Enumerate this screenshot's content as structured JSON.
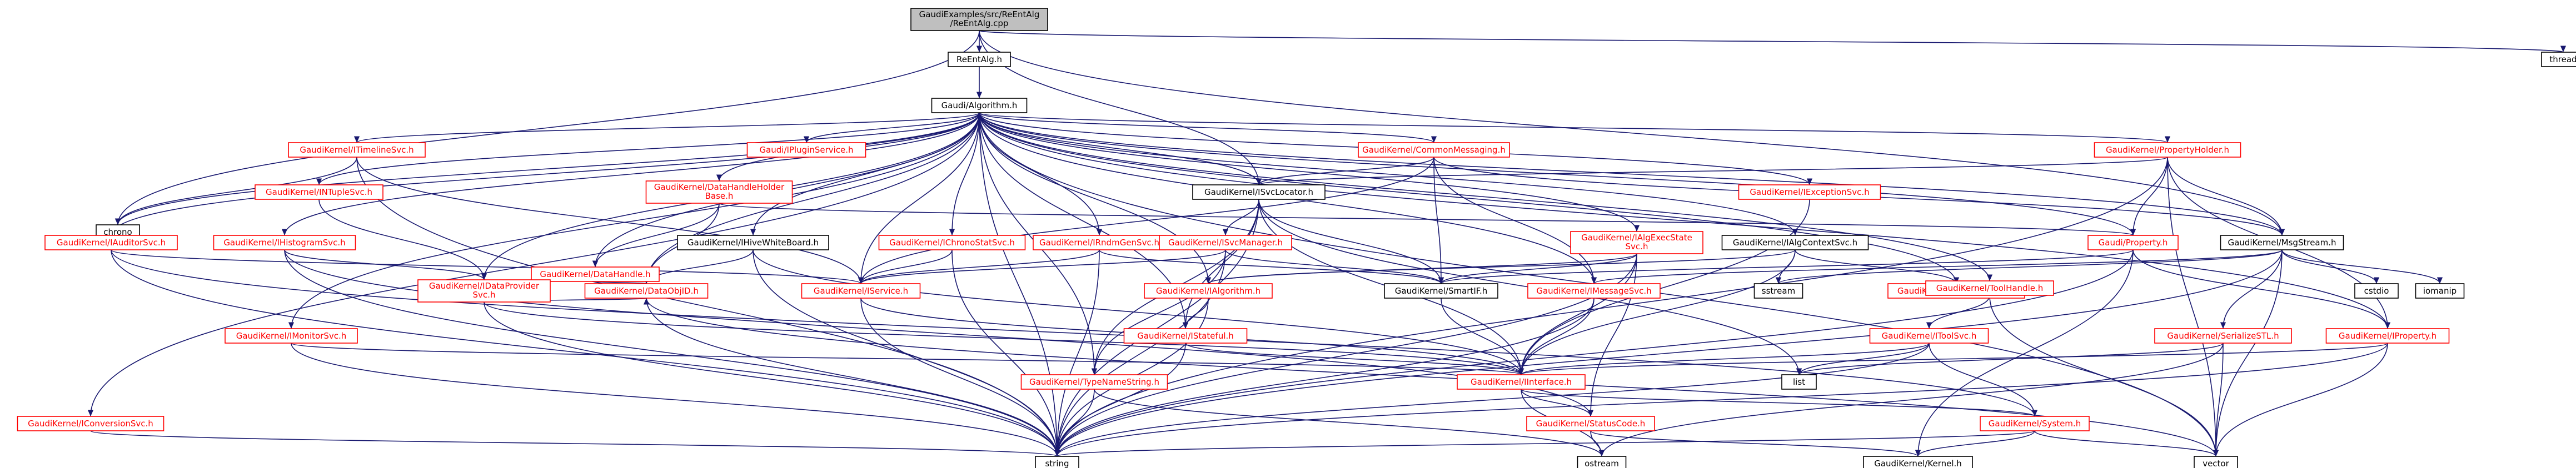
{
  "colors": {
    "edge": "#191970",
    "root_fill": "#bfbfbf",
    "plain_fill": "#ffffff",
    "plain_stroke": "#000000",
    "plain_text": "#000000",
    "linked_stroke": "#ff0000",
    "linked_text": "#ff0000",
    "header_stroke": "#000000"
  },
  "nodes": [
    {
      "id": "root",
      "label": [
        "GaudiExamples/src/ReEntAlg",
        "/ReEntAlg.cpp"
      ],
      "kind": "root"
    },
    {
      "id": "reentalg_h",
      "label": [
        "ReEntAlg.h"
      ],
      "kind": "header"
    },
    {
      "id": "thread",
      "label": [
        "thread"
      ],
      "kind": "plain"
    },
    {
      "id": "algorithm_h",
      "label": [
        "Gaudi/Algorithm.h"
      ],
      "kind": "header"
    },
    {
      "id": "chrono",
      "label": [
        "chrono"
      ],
      "kind": "plain"
    },
    {
      "id": "itimelinesvc",
      "label": [
        "GaudiKernel/ITimelineSvc.h"
      ],
      "kind": "linked"
    },
    {
      "id": "ipluginservice",
      "label": [
        "Gaudi/IPluginService.h"
      ],
      "kind": "linked"
    },
    {
      "id": "commonmessaging",
      "label": [
        "GaudiKernel/CommonMessaging.h"
      ],
      "kind": "linked"
    },
    {
      "id": "propertyholder",
      "label": [
        "GaudiKernel/PropertyHolder.h"
      ],
      "kind": "linked"
    },
    {
      "id": "intuplesvc",
      "label": [
        "GaudiKernel/INTupleSvc.h"
      ],
      "kind": "linked"
    },
    {
      "id": "datahandleholder",
      "label": [
        "GaudiKernel/DataHandleHolder",
        "Base.h"
      ],
      "kind": "linked"
    },
    {
      "id": "isvclocator",
      "label": [
        "GaudiKernel/ISvcLocator.h"
      ],
      "kind": "header"
    },
    {
      "id": "iexceptionsvc",
      "label": [
        "GaudiKernel/IExceptionSvc.h"
      ],
      "kind": "linked"
    },
    {
      "id": "iauditorsvc",
      "label": [
        "GaudiKernel/IAuditorSvc.h"
      ],
      "kind": "linked"
    },
    {
      "id": "ihistogramsvc",
      "label": [
        "GaudiKernel/IHistogramSvc.h"
      ],
      "kind": "linked"
    },
    {
      "id": "datahandle",
      "label": [
        "GaudiKernel/DataHandle.h"
      ],
      "kind": "linked"
    },
    {
      "id": "ihivewhiteboard",
      "label": [
        "GaudiKernel/IHiveWhiteBoard.h"
      ],
      "kind": "header"
    },
    {
      "id": "ichronostatsvc",
      "label": [
        "GaudiKernel/IChronoStatSvc.h"
      ],
      "kind": "linked"
    },
    {
      "id": "irndmgensvc",
      "label": [
        "GaudiKernel/IRndmGenSvc.h"
      ],
      "kind": "linked"
    },
    {
      "id": "isvcmanager",
      "label": [
        "GaudiKernel/ISvcManager.h"
      ],
      "kind": "linked"
    },
    {
      "id": "ialgexecstatesvc",
      "label": [
        "GaudiKernel/IAlgExecState",
        "Svc.h"
      ],
      "kind": "linked"
    },
    {
      "id": "ialgcontextsvc",
      "label": [
        "GaudiKernel/IAlgContextSvc.h"
      ],
      "kind": "header"
    },
    {
      "id": "property",
      "label": [
        "Gaudi/Property.h"
      ],
      "kind": "linked"
    },
    {
      "id": "msgstream",
      "label": [
        "GaudiKernel/MsgStream.h"
      ],
      "kind": "header"
    },
    {
      "id": "idataprovidersvc",
      "label": [
        "GaudiKernel/IDataProvider",
        "Svc.h"
      ],
      "kind": "linked"
    },
    {
      "id": "dataobjid",
      "label": [
        "GaudiKernel/DataObjID.h"
      ],
      "kind": "linked"
    },
    {
      "id": "iservice",
      "label": [
        "GaudiKernel/IService.h"
      ],
      "kind": "linked"
    },
    {
      "id": "ialgorithm",
      "label": [
        "GaudiKernel/IAlgorithm.h"
      ],
      "kind": "linked"
    },
    {
      "id": "smartif",
      "label": [
        "GaudiKernel/SmartIF.h"
      ],
      "kind": "header"
    },
    {
      "id": "imessagesvc",
      "label": [
        "GaudiKernel/IMessageSvc.h"
      ],
      "kind": "linked"
    },
    {
      "id": "sstream",
      "label": [
        "sstream"
      ],
      "kind": "plain"
    },
    {
      "id": "eventcontext",
      "label": [
        "GaudiKernel/EventContext.h"
      ],
      "kind": "linked"
    },
    {
      "id": "toolhandle",
      "label": [
        "GaudiKernel/ToolHandle.h"
      ],
      "kind": "linked"
    },
    {
      "id": "cstdio",
      "label": [
        "cstdio"
      ],
      "kind": "plain"
    },
    {
      "id": "iomanip",
      "label": [
        "iomanip"
      ],
      "kind": "plain"
    },
    {
      "id": "imonitorsvc",
      "label": [
        "GaudiKernel/IMonitorSvc.h"
      ],
      "kind": "linked"
    },
    {
      "id": "istateful",
      "label": [
        "GaudiKernel/IStateful.h"
      ],
      "kind": "linked"
    },
    {
      "id": "itoolsvc",
      "label": [
        "GaudiKernel/IToolSvc.h"
      ],
      "kind": "linked"
    },
    {
      "id": "serializestl",
      "label": [
        "GaudiKernel/SerializeSTL.h"
      ],
      "kind": "linked"
    },
    {
      "id": "iproperty",
      "label": [
        "GaudiKernel/IProperty.h"
      ],
      "kind": "linked"
    },
    {
      "id": "typenamestring",
      "label": [
        "GaudiKernel/TypeNameString.h"
      ],
      "kind": "linked"
    },
    {
      "id": "iinterface",
      "label": [
        "GaudiKernel/IInterface.h"
      ],
      "kind": "linked"
    },
    {
      "id": "list",
      "label": [
        "list"
      ],
      "kind": "plain"
    },
    {
      "id": "iconversionsvc",
      "label": [
        "GaudiKernel/IConversionSvc.h"
      ],
      "kind": "linked"
    },
    {
      "id": "statuscode",
      "label": [
        "GaudiKernel/StatusCode.h"
      ],
      "kind": "linked"
    },
    {
      "id": "system",
      "label": [
        "GaudiKernel/System.h"
      ],
      "kind": "linked"
    },
    {
      "id": "string",
      "label": [
        "string"
      ],
      "kind": "plain"
    },
    {
      "id": "ostream",
      "label": [
        "ostream"
      ],
      "kind": "plain"
    },
    {
      "id": "kernel",
      "label": [
        "GaudiKernel/Kernel.h"
      ],
      "kind": "header"
    },
    {
      "id": "vector",
      "label": [
        "vector"
      ],
      "kind": "plain"
    }
  ],
  "edges": [
    [
      "root",
      "reentalg_h"
    ],
    [
      "root",
      "thread"
    ],
    [
      "root",
      "chrono"
    ],
    [
      "root",
      "isvclocator"
    ],
    [
      "root",
      "msgstream"
    ],
    [
      "reentalg_h",
      "algorithm_h"
    ],
    [
      "algorithm_h",
      "chrono"
    ],
    [
      "algorithm_h",
      "itimelinesvc"
    ],
    [
      "algorithm_h",
      "ipluginservice"
    ],
    [
      "algorithm_h",
      "commonmessaging"
    ],
    [
      "algorithm_h",
      "propertyholder"
    ],
    [
      "algorithm_h",
      "intuplesvc"
    ],
    [
      "algorithm_h",
      "datahandleholder"
    ],
    [
      "algorithm_h",
      "isvclocator"
    ],
    [
      "algorithm_h",
      "iexceptionsvc"
    ],
    [
      "algorithm_h",
      "iauditorsvc"
    ],
    [
      "algorithm_h",
      "ihistogramsvc"
    ],
    [
      "algorithm_h",
      "datahandle"
    ],
    [
      "algorithm_h",
      "ihivewhiteboard"
    ],
    [
      "algorithm_h",
      "ichronostatsvc"
    ],
    [
      "algorithm_h",
      "irndmgensvc"
    ],
    [
      "algorithm_h",
      "ialgexecstatesvc"
    ],
    [
      "algorithm_h",
      "ialgcontextsvc"
    ],
    [
      "algorithm_h",
      "property"
    ],
    [
      "algorithm_h",
      "msgstream"
    ],
    [
      "algorithm_h",
      "idataprovidersvc"
    ],
    [
      "algorithm_h",
      "iservice"
    ],
    [
      "algorithm_h",
      "ialgorithm"
    ],
    [
      "algorithm_h",
      "imonitorsvc"
    ],
    [
      "algorithm_h",
      "iconversionsvc"
    ],
    [
      "algorithm_h",
      "eventcontext"
    ],
    [
      "algorithm_h",
      "toolhandle"
    ],
    [
      "algorithm_h",
      "istateful"
    ],
    [
      "algorithm_h",
      "typenamestring"
    ],
    [
      "algorithm_h",
      "iproperty"
    ],
    [
      "algorithm_h",
      "string"
    ],
    [
      "algorithm_h",
      "vector"
    ],
    [
      "algorithm_h",
      "dataobjid"
    ],
    [
      "algorithm_h",
      "imessagesvc"
    ],
    [
      "itimelinesvc",
      "chrono"
    ],
    [
      "itimelinesvc",
      "iservice"
    ],
    [
      "itimelinesvc",
      "string"
    ],
    [
      "commonmessaging",
      "isvclocator"
    ],
    [
      "commonmessaging",
      "msgstream"
    ],
    [
      "commonmessaging",
      "imessagesvc"
    ],
    [
      "commonmessaging",
      "smartif"
    ],
    [
      "commonmessaging",
      "iservice"
    ],
    [
      "propertyholder",
      "isvclocator"
    ],
    [
      "propertyholder",
      "property"
    ],
    [
      "propertyholder",
      "msgstream"
    ],
    [
      "propertyholder",
      "iproperty"
    ],
    [
      "propertyholder",
      "string"
    ],
    [
      "propertyholder",
      "vector"
    ],
    [
      "intuplesvc",
      "idataprovidersvc"
    ],
    [
      "datahandleholder",
      "datahandle"
    ],
    [
      "datahandleholder",
      "dataobjid"
    ],
    [
      "datahandleholder",
      "property"
    ],
    [
      "isvclocator",
      "isvcmanager"
    ],
    [
      "isvclocator",
      "smartif"
    ],
    [
      "isvclocator",
      "iinterface"
    ],
    [
      "isvclocator",
      "istateful"
    ],
    [
      "isvclocator",
      "string"
    ],
    [
      "isvclocator",
      "list"
    ],
    [
      "isvclocator",
      "typenamestring"
    ],
    [
      "iexceptionsvc",
      "iinterface"
    ],
    [
      "iauditorsvc",
      "iservice"
    ],
    [
      "iauditorsvc",
      "string"
    ],
    [
      "iauditorsvc",
      "system"
    ],
    [
      "ihistogramsvc",
      "idataprovidersvc"
    ],
    [
      "ihistogramsvc",
      "string"
    ],
    [
      "ihistogramsvc",
      "statuscode"
    ],
    [
      "datahandle",
      "dataobjid"
    ],
    [
      "ihivewhiteboard",
      "dataobjid"
    ],
    [
      "ihivewhiteboard",
      "iinterface"
    ],
    [
      "ihivewhiteboard",
      "string"
    ],
    [
      "ichronostatsvc",
      "iservice"
    ],
    [
      "ichronostatsvc",
      "string"
    ],
    [
      "irndmgensvc",
      "iservice"
    ],
    [
      "irndmgensvc",
      "smartif"
    ],
    [
      "irndmgensvc",
      "string"
    ],
    [
      "isvcmanager",
      "iservice"
    ],
    [
      "isvcmanager",
      "smartif"
    ],
    [
      "isvcmanager",
      "typenamestring"
    ],
    [
      "isvcmanager",
      "string"
    ],
    [
      "ialgexecstatesvc",
      "ialgorithm"
    ],
    [
      "ialgexecstatesvc",
      "iinterface"
    ],
    [
      "ialgexecstatesvc",
      "statuscode"
    ],
    [
      "ialgexecstatesvc",
      "string"
    ],
    [
      "ialgexecstatesvc",
      "smartif"
    ],
    [
      "ialgcontextsvc",
      "ialgorithm"
    ],
    [
      "ialgcontextsvc",
      "eventcontext"
    ],
    [
      "ialgcontextsvc",
      "iinterface"
    ],
    [
      "ialgcontextsvc",
      "sstream"
    ],
    [
      "property",
      "string"
    ],
    [
      "property",
      "iproperty"
    ],
    [
      "property",
      "kernel"
    ],
    [
      "property",
      "smartif"
    ],
    [
      "msgstream",
      "imessagesvc"
    ],
    [
      "msgstream",
      "serializestl"
    ],
    [
      "msgstream",
      "cstdio"
    ],
    [
      "msgstream",
      "iomanip"
    ],
    [
      "msgstream",
      "vector"
    ],
    [
      "msgstream",
      "string"
    ],
    [
      "msgstream",
      "sstream"
    ],
    [
      "idataprovidersvc",
      "dataobjid"
    ],
    [
      "idataprovidersvc",
      "string"
    ],
    [
      "idataprovidersvc",
      "iinterface"
    ],
    [
      "dataobjid",
      "string"
    ],
    [
      "dataobjid",
      "vector"
    ],
    [
      "iservice",
      "iinterface"
    ],
    [
      "iservice",
      "string"
    ],
    [
      "ialgorithm",
      "istateful"
    ],
    [
      "ialgorithm",
      "string"
    ],
    [
      "smartif",
      "iinterface"
    ],
    [
      "imessagesvc",
      "iinterface"
    ],
    [
      "imessagesvc",
      "string"
    ],
    [
      "toolhandle",
      "itoolsvc"
    ],
    [
      "toolhandle",
      "vector"
    ],
    [
      "imonitorsvc",
      "iinterface"
    ],
    [
      "imonitorsvc",
      "string"
    ],
    [
      "istateful",
      "iinterface"
    ],
    [
      "istateful",
      "string"
    ],
    [
      "itoolsvc",
      "iinterface"
    ],
    [
      "itoolsvc",
      "system"
    ],
    [
      "itoolsvc",
      "list"
    ],
    [
      "itoolsvc",
      "string"
    ],
    [
      "serializestl",
      "list"
    ],
    [
      "serializestl",
      "vector"
    ],
    [
      "serializestl",
      "ostream"
    ],
    [
      "iproperty",
      "iinterface"
    ],
    [
      "iproperty",
      "string"
    ],
    [
      "iproperty",
      "vector"
    ],
    [
      "typenamestring",
      "string"
    ],
    [
      "typenamestring",
      "ostream"
    ],
    [
      "iinterface",
      "statuscode"
    ],
    [
      "iinterface",
      "system"
    ],
    [
      "iinterface",
      "ostream"
    ],
    [
      "iconversionsvc",
      "string"
    ],
    [
      "statuscode",
      "kernel"
    ],
    [
      "statuscode",
      "ostream"
    ],
    [
      "system",
      "kernel"
    ],
    [
      "system",
      "string"
    ],
    [
      "system",
      "vector"
    ]
  ]
}
